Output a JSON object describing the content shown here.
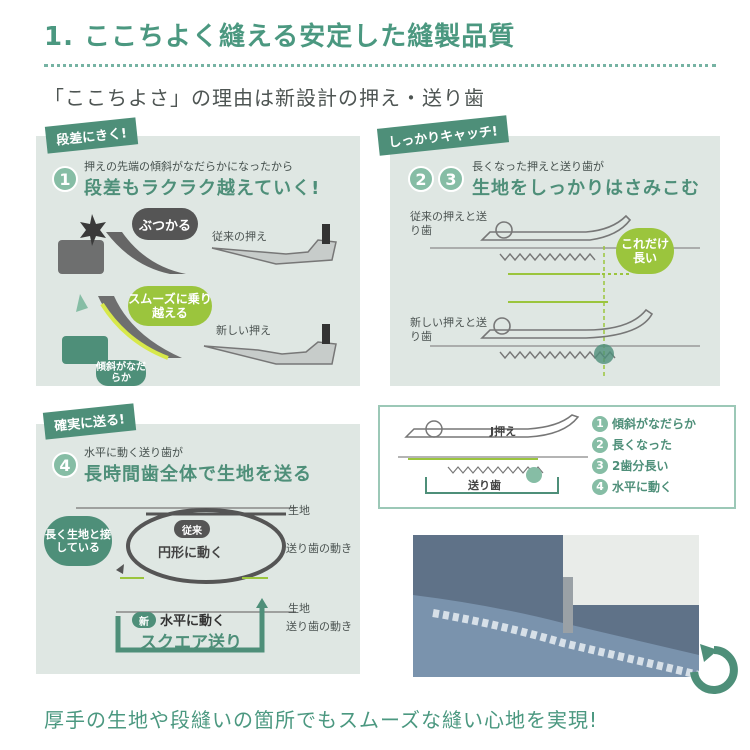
{
  "header": {
    "title": "1. ここちよく縫える安定した縫製品質",
    "subtitle": "「ここちよさ」の理由は新設計の押え・送り歯"
  },
  "panel1": {
    "tag": "段差にきく!",
    "step": "1",
    "small": "押えの先端の傾斜がなだらかになったから",
    "big": "段差もラクラク越えていく!",
    "bubble_hit": "ぶつかる",
    "label_old": "従来の押え",
    "bubble_smooth": "スムーズに乗り越える",
    "label_new": "新しい押え",
    "bubble_slope": "傾斜がなだらか"
  },
  "panel2": {
    "tag": "しっかりキャッチ!",
    "steps": [
      "2",
      "3"
    ],
    "small": "長くなった押えと送り歯が",
    "big": "生地をしっかりはさみこむ",
    "label_old": "従来の押えと送り歯",
    "bubble_long": "これだけ長い",
    "label_new": "新しい押えと送り歯"
  },
  "panel3": {
    "tag": "確実に送る!",
    "step": "4",
    "small": "水平に動く送り歯が",
    "big": "長時間歯全体で生地を送る",
    "label_fabric1": "生地",
    "label_feed1": "送り歯の動き",
    "old_tag": "従来",
    "old_motion": "円形に動く",
    "bubble_long_contact": "長く生地と接している",
    "label_fabric2": "生地",
    "label_feed2": "送り歯の動き",
    "new_tag": "新",
    "new_motion": "水平に動く",
    "new_name": "スクエア送り"
  },
  "legend": {
    "presser_label": "J押え",
    "feed_label": "送り歯",
    "items": [
      {
        "num": "1",
        "text": "傾斜がなだらか"
      },
      {
        "num": "2",
        "text": "長くなった"
      },
      {
        "num": "3",
        "text": "2歯分長い"
      },
      {
        "num": "4",
        "text": "水平に動く"
      }
    ]
  },
  "footer": "厚手の生地や段縫いの箇所でもスムーズな縫い心地を実現!",
  "colors": {
    "accent": "#4e8f79",
    "panel": "#dfe7e3",
    "lime": "#9bc53d",
    "dark": "#4a4f4d"
  }
}
